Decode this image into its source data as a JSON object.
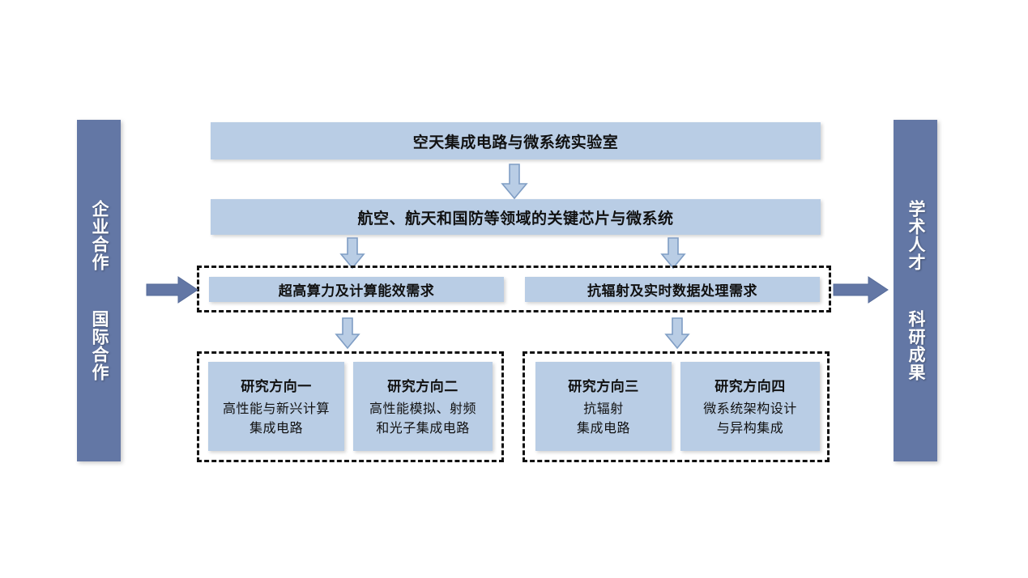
{
  "diagram": {
    "title_banner": {
      "text": "空天集成电路与微系统实验室"
    },
    "scope_banner": {
      "text": "航空、航天和国防等领域的关键芯片与微系统"
    },
    "left_bar": {
      "text": "企业合作  国际合作"
    },
    "right_bar": {
      "text": "学术人才  科研成果"
    },
    "requirements": [
      {
        "text": "超高算力及计算能效需求"
      },
      {
        "text": "抗辐射及实时数据处理需求"
      }
    ],
    "directions": [
      {
        "title": "研究方向一",
        "line1": "高性能与新兴计算",
        "line2": "集成电路"
      },
      {
        "title": "研究方向二",
        "line1": "高性能模拟、射频",
        "line2": "和光子集成电路"
      },
      {
        "title": "研究方向三",
        "line1": "抗辐射",
        "line2": "集成电路"
      },
      {
        "title": "研究方向四",
        "line1": "微系统架构设计",
        "line2": "与异构集成"
      }
    ],
    "colors": {
      "light_blue": "#b9cde5",
      "slate_blue": "#6377a5",
      "arrow_outline": "#7f9dc4",
      "arrow_fill": "#b9cde5",
      "dashed_border": "#111111",
      "background": "#ffffff"
    }
  }
}
